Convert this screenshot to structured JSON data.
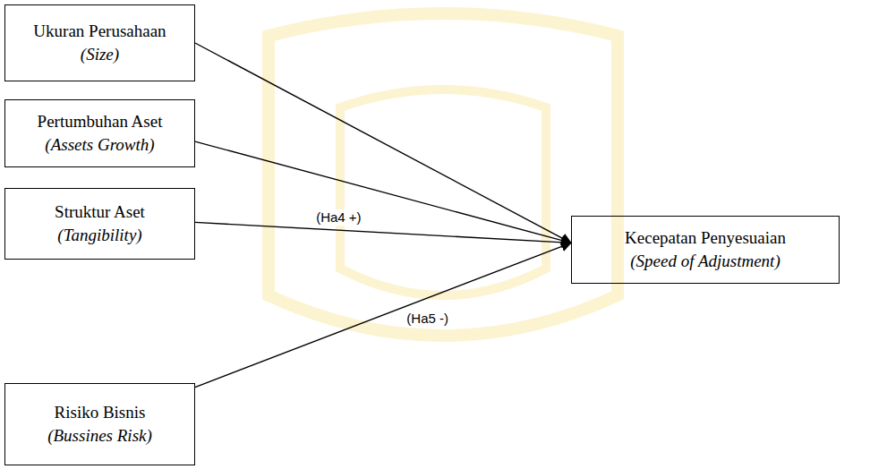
{
  "diagram": {
    "nodes": [
      {
        "text": [
          "Ukuran Perusahaan",
          "(Size)"
        ]
      },
      {
        "text": [
          "Pertumbuhan Aset",
          "(Assets Growth)"
        ]
      },
      {
        "text": [
          "Struktur Aset",
          "(Tangibility)"
        ]
      },
      {
        "text": [
          "Risiko Bisnis",
          "(Bussines Risk)"
        ]
      },
      {
        "text": [
          "Kecepatan Penyesuaian",
          "(Speed of Adjustment)"
        ]
      }
    ],
    "edges": [
      {
        "from": 0,
        "to": 4,
        "arrow": "to"
      },
      {
        "from": 1,
        "to": 4,
        "arrow": "to"
      },
      {
        "from": 2,
        "to": 4,
        "label": "(Ha4 +)",
        "arrow": "to"
      },
      {
        "from": 3,
        "to": 4,
        "label": "(Ha5 -)",
        "arrow": "to"
      }
    ]
  }
}
